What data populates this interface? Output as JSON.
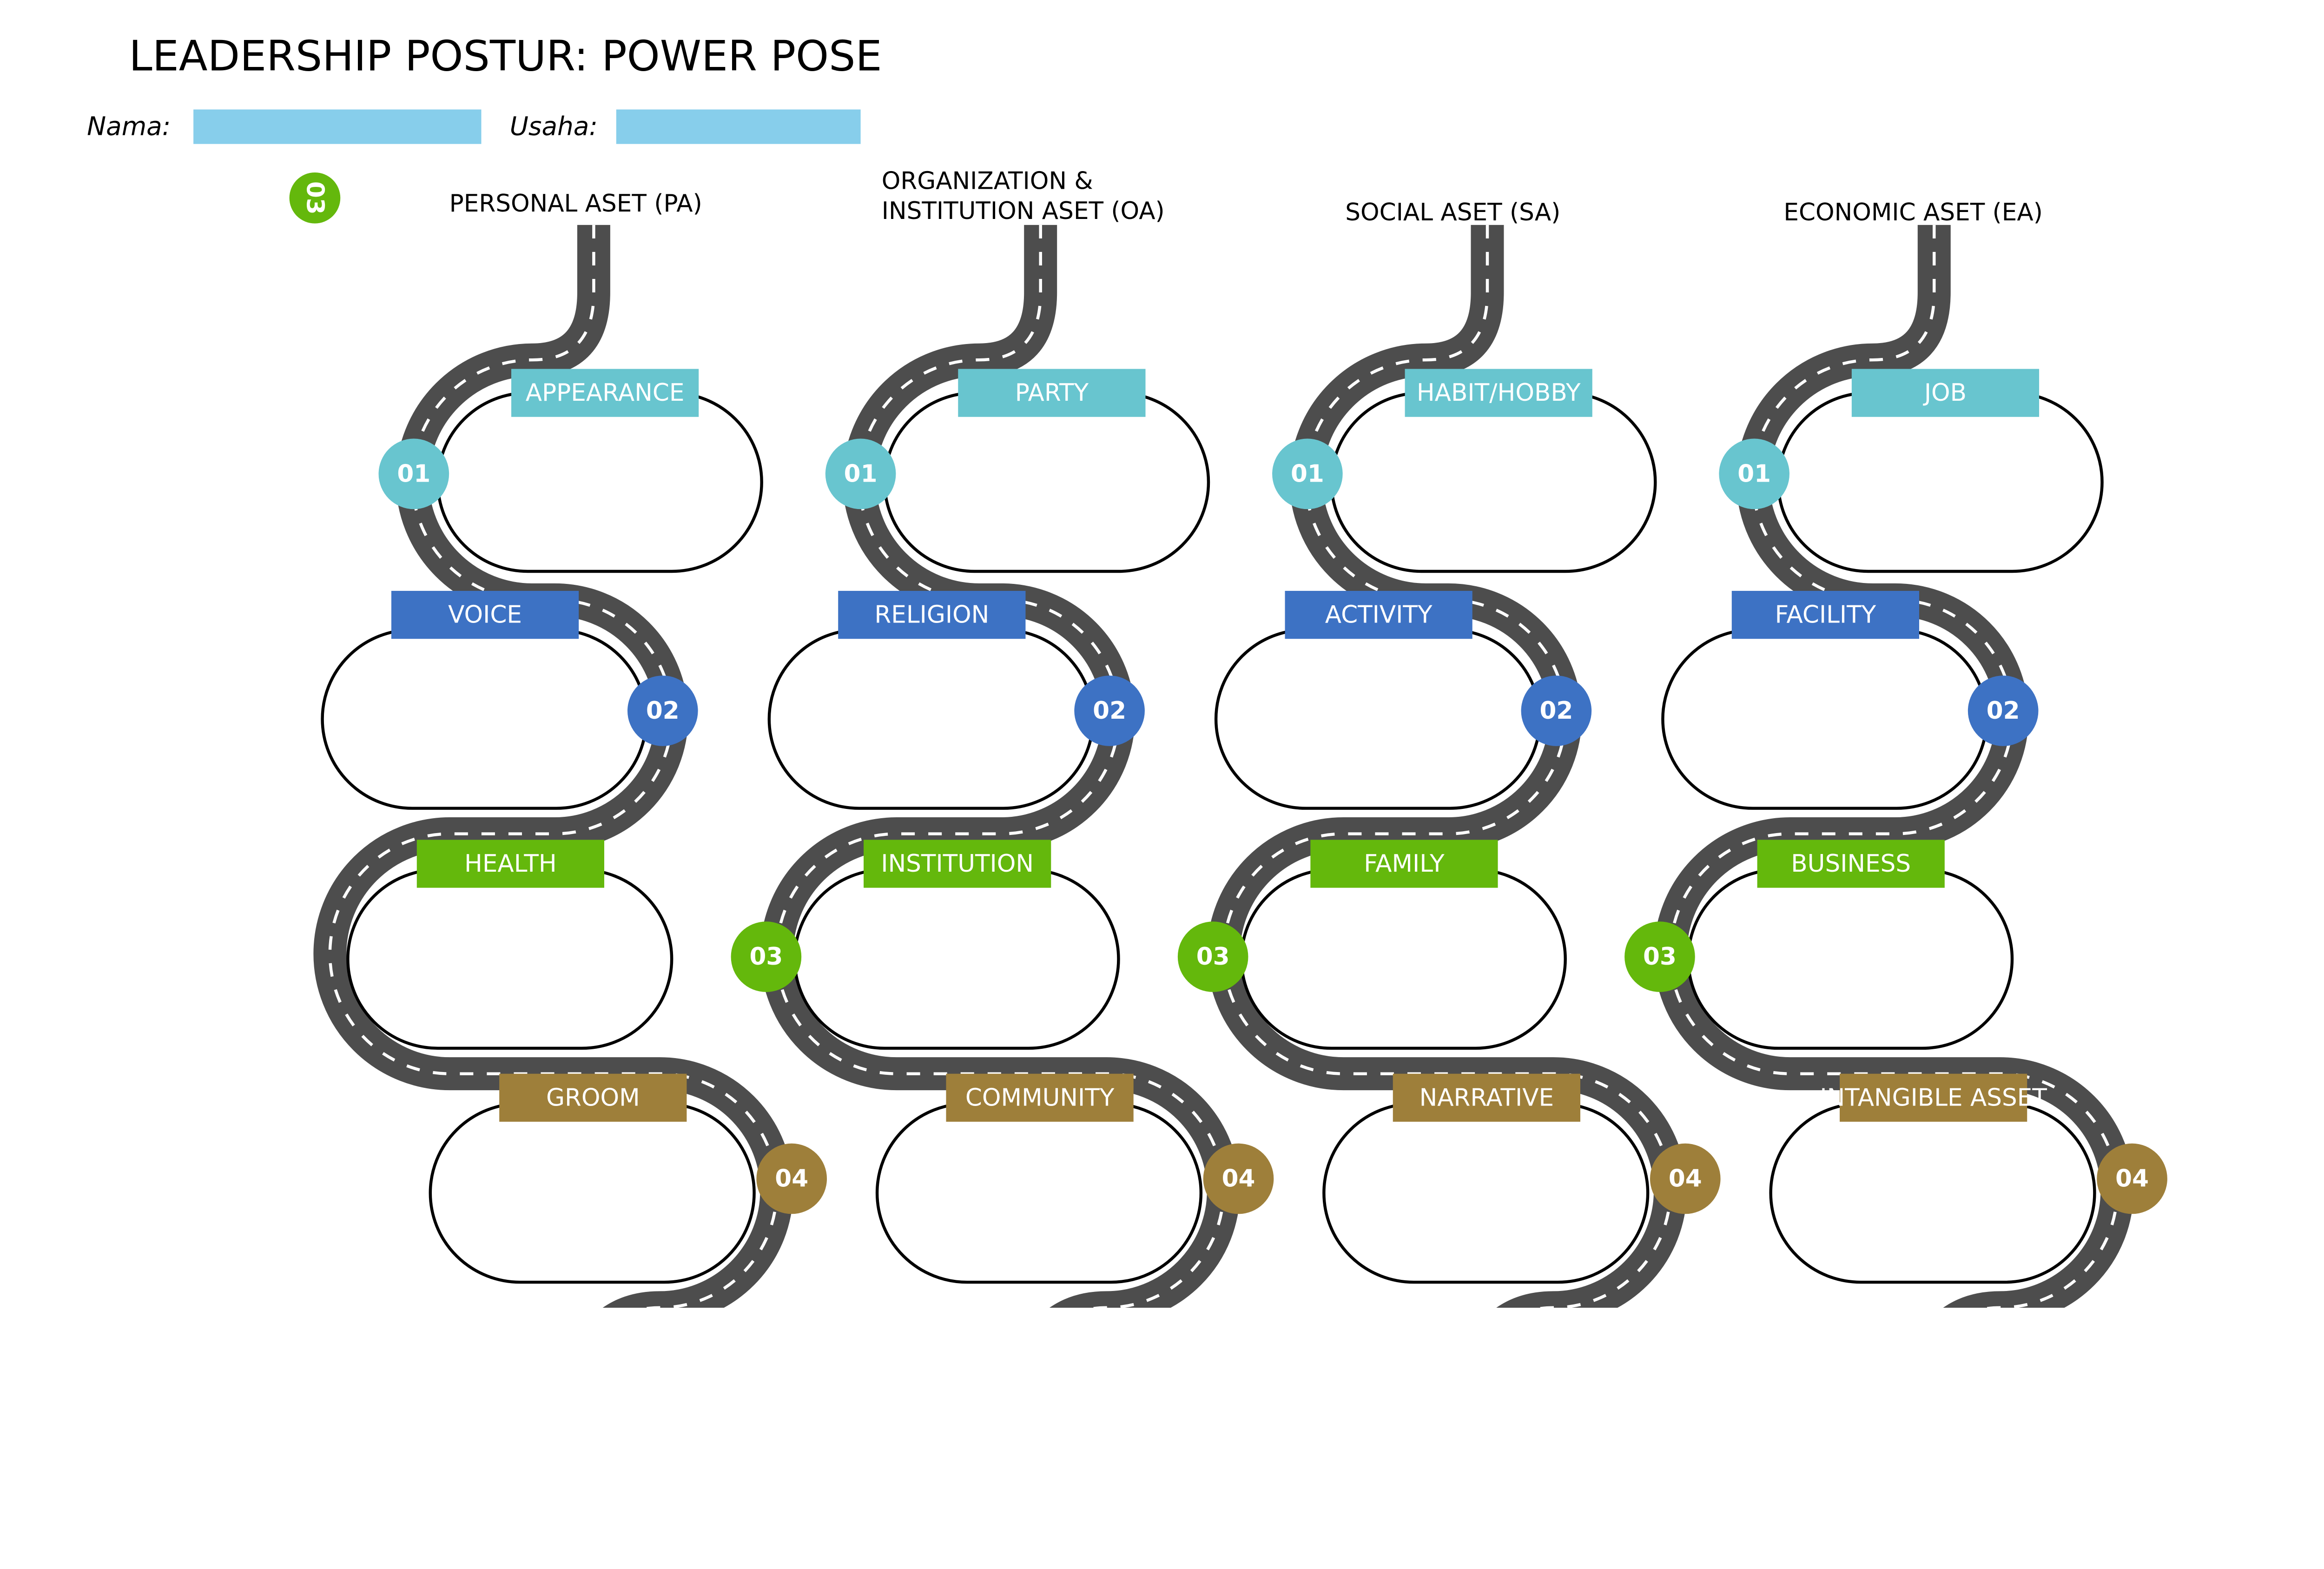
{
  "title": "LEADERSHIP POSTUR: POWER POSE",
  "form": {
    "name_label": "Nama:",
    "name_value": "",
    "business_label": "Usaha:",
    "business_value": ""
  },
  "stray_badge": "03",
  "colors": {
    "road": "#4d4d4d",
    "step1": "#68c5cf",
    "step2": "#3d72c4",
    "step3": "#64b80c",
    "step4": "#9e7f3a",
    "input": "#87ceeb"
  },
  "columns": [
    {
      "header": [
        "PERSONAL ASET (PA)"
      ],
      "steps": [
        {
          "num": "01",
          "label": "APPEARANCE"
        },
        {
          "num": "02",
          "label": "VOICE"
        },
        {
          "num": "03",
          "label": "HEALTH"
        },
        {
          "num": "04",
          "label": "GROOM"
        }
      ]
    },
    {
      "header": [
        "ORGANIZATION &",
        "INSTITUTION ASET (OA)"
      ],
      "steps": [
        {
          "num": "01",
          "label": "PARTY"
        },
        {
          "num": "02",
          "label": "RELIGION"
        },
        {
          "num": "03",
          "label": "INSTITUTION"
        },
        {
          "num": "04",
          "label": "COMMUNITY"
        }
      ]
    },
    {
      "header": [
        "SOCIAL ASET (SA)"
      ],
      "steps": [
        {
          "num": "01",
          "label": "HABIT/HOBBY"
        },
        {
          "num": "02",
          "label": "ACTIVITY"
        },
        {
          "num": "03",
          "label": "FAMILY"
        },
        {
          "num": "04",
          "label": "NARRATIVE"
        }
      ]
    },
    {
      "header": [
        "ECONOMIC ASET (EA)"
      ],
      "steps": [
        {
          "num": "01",
          "label": "JOB"
        },
        {
          "num": "02",
          "label": "FACILITY"
        },
        {
          "num": "03",
          "label": "BUSINESS"
        },
        {
          "num": "04",
          "label": "INTANGIBLE ASSET"
        }
      ]
    }
  ]
}
